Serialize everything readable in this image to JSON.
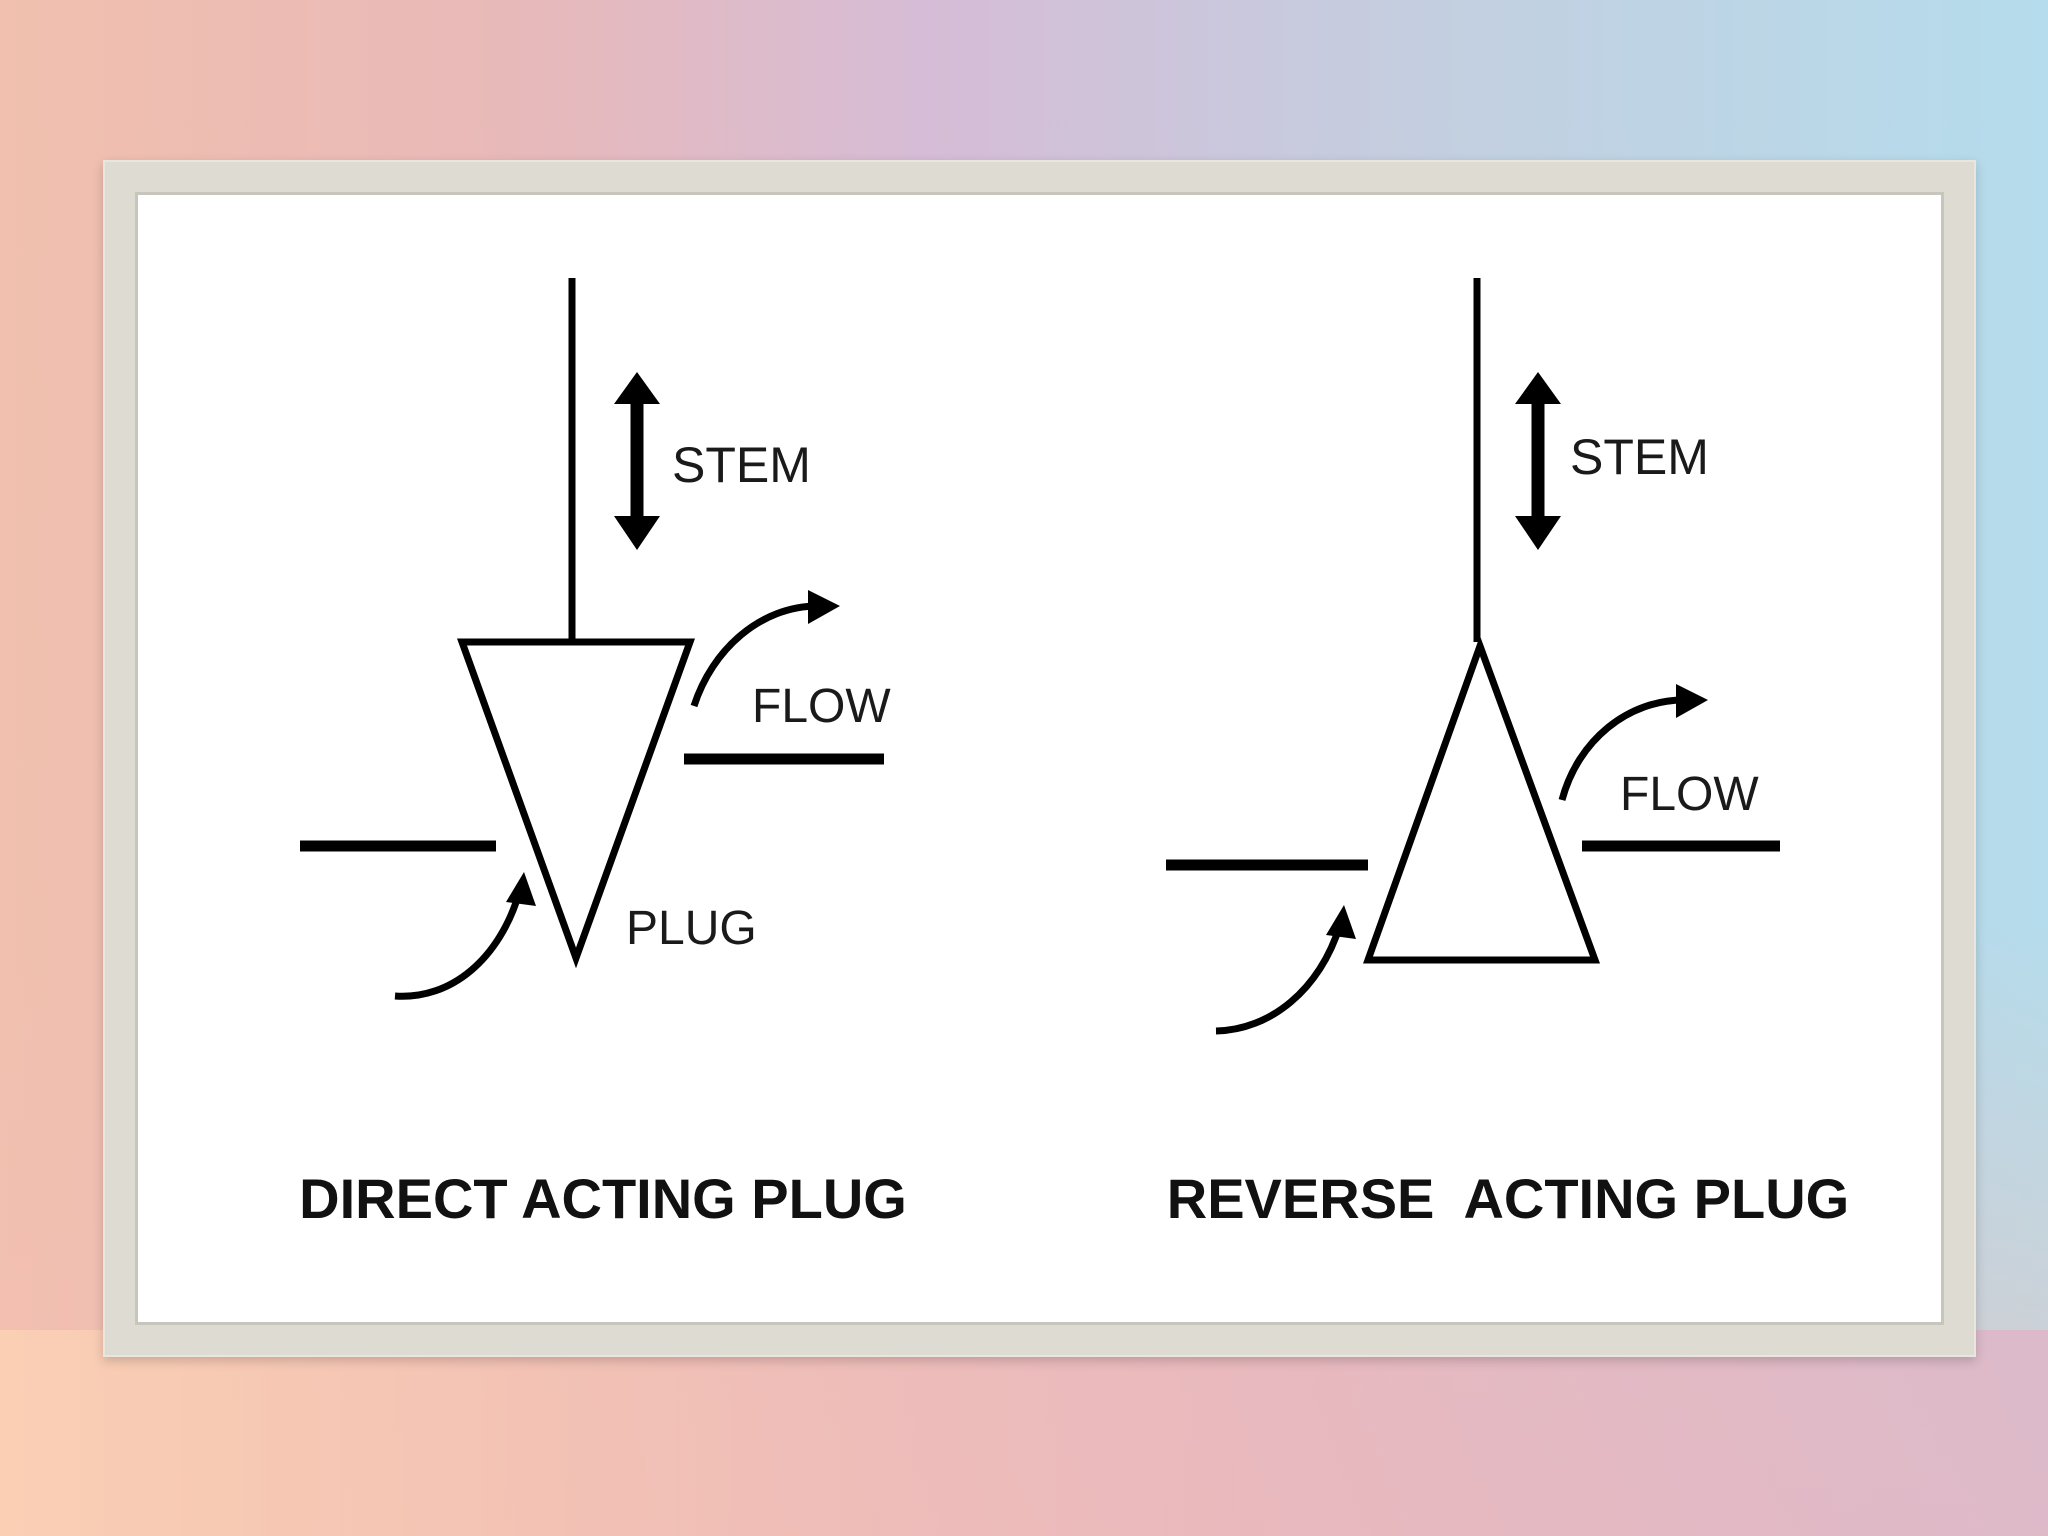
{
  "diagrams": [
    {
      "caption": "DIRECT ACTING PLUG",
      "labels": {
        "stem": "STEM",
        "flow": "FLOW",
        "plug": "PLUG"
      }
    },
    {
      "caption": "REVERSE  ACTING PLUG",
      "labels": {
        "stem": "STEM",
        "flow": "FLOW"
      }
    }
  ],
  "colors": {
    "ink": "#000000",
    "panel": "#ffffff",
    "frame": "#dedbd3"
  }
}
